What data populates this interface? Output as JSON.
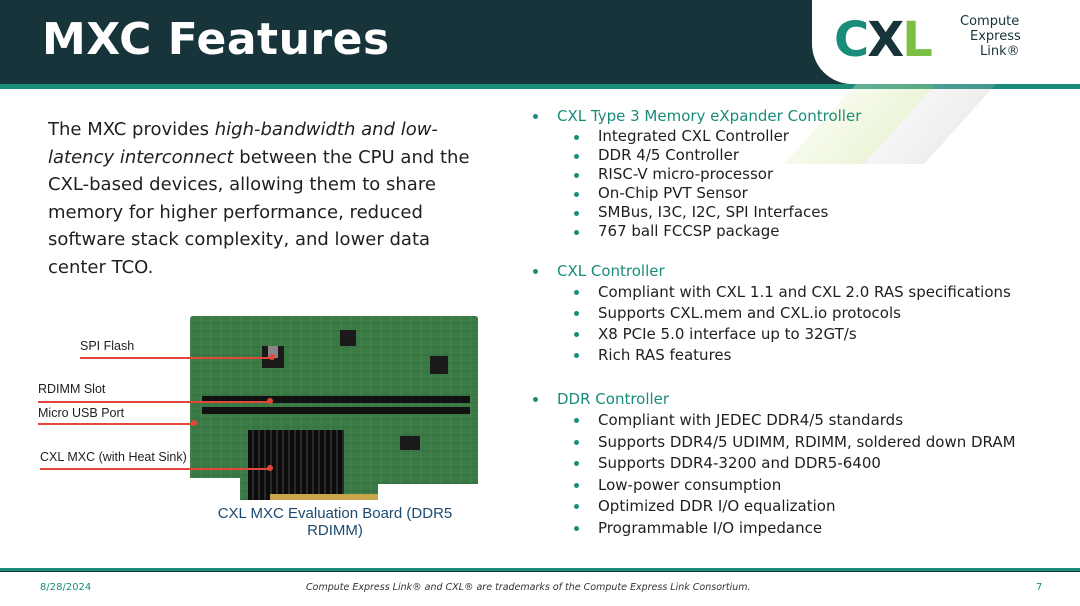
{
  "slide": {
    "title": "MXC Features",
    "logo": {
      "word_c": "C",
      "word_x": "X",
      "word_l": "L",
      "sub": [
        "Compute",
        "Express",
        "Link®"
      ]
    },
    "intro": {
      "pre": "The MXC provides ",
      "emph": "high-bandwidth and low-latency interconnect",
      "post": " between the CPU and the CXL-based devices, allowing them to share memory for higher performance, reduced software stack complexity, and lower data center TCO."
    },
    "figure": {
      "callouts": [
        "SPI Flash",
        "RDIMM Slot",
        "Micro USB Port",
        "CXL MXC (with Heat Sink)"
      ],
      "caption": "CXL MXC Evaluation Board (DDR5 RDIMM)"
    },
    "sections": [
      {
        "title": "CXL Type 3 Memory eXpander Controller",
        "items": [
          "Integrated CXL Controller",
          "DDR 4/5 Controller",
          "RISC-V micro-processor",
          "On-Chip PVT Sensor",
          "SMBus, I3C, I2C, SPI Interfaces",
          "767 ball FCCSP package"
        ]
      },
      {
        "title": "CXL Controller",
        "items": [
          "Compliant with CXL 1.1 and CXL 2.0 RAS specifications",
          "Supports CXL.mem and CXL.io protocols",
          "X8 PCIe 5.0 interface up to 32GT/s",
          "Rich RAS features"
        ]
      },
      {
        "title": "DDR Controller",
        "items": [
          "Compliant with JEDEC DDR4/5 standards",
          "Supports DDR4/5 UDIMM, RDIMM, soldered down DRAM",
          "Supports DDR4-3200 and DDR5-6400",
          "Low-power consumption",
          "Optimized DDR I/O equalization",
          "Programmable I/O impedance"
        ]
      }
    ],
    "footer": {
      "date": "8/28/2024",
      "note": "Compute Express Link® and CXL® are trademarks of the Compute Express Link Consortium.",
      "page": "7"
    }
  },
  "colors": {
    "header": "#16343a",
    "accent": "#1a8c7a",
    "lime": "#7ac143",
    "callout_line": "#e0483a",
    "caption": "#1c4a72"
  }
}
